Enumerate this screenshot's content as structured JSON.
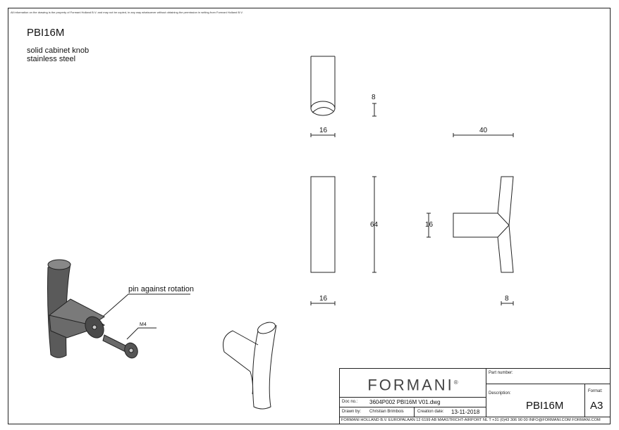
{
  "header": {
    "legal_notice": "All information on the drawing is the property of Formani Holland B.V. and may not be copied, in any way whatsoever without obtaining the permission in writing from Formani Holland B.V.",
    "part_code": "PBI16M",
    "description_line1": "solid cabinet knob",
    "description_line2": "stainless steel"
  },
  "dimensions": {
    "top_view_width": "16",
    "top_view_height": "8",
    "side_depth": "40",
    "front_width": "16",
    "front_height": "64",
    "side_stem_height": "16",
    "side_foot": "8"
  },
  "annotations": {
    "pin": "pin against rotation",
    "screw": "M4"
  },
  "title_block": {
    "brand": "FORMANI",
    "brand_mark": "®",
    "part_number_label": "Part number:",
    "description_label": "Description:",
    "description_value": "PBI16M",
    "format_label": "Format:",
    "format_value": "A3",
    "doc_no_label": "Doc no.:",
    "doc_no_value": "3604P002 PBI16M V01.dwg",
    "drawn_by_label": "Drawn by:",
    "drawn_by_value": "Christian Brimbois",
    "creation_date_label": "Creation date:",
    "creation_date_value": "13-11-2018",
    "footer": "FORMANI HOLLAND B.V.  EUROPALAAN 12  6199 AB MAASTRICHT-AIRPORT NL  T +31 (0)43 306 90 00  INFO@FORMANI.COM  FORMANI.COM"
  },
  "colors": {
    "line": "#222222",
    "knob_dark": "#5a5a5a",
    "knob_mid": "#888888",
    "knob_light": "#c8c8c8"
  }
}
